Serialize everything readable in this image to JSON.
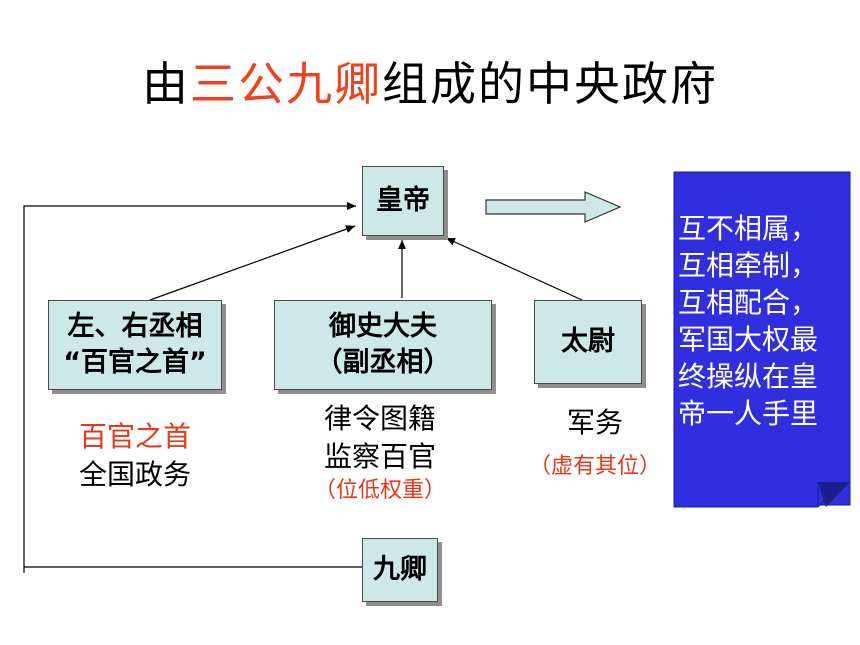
{
  "title": {
    "prefix": "由",
    "highlight": "三公九卿",
    "suffix": "组成的中央政府"
  },
  "nodes": {
    "emperor": "皇帝",
    "chancellor": [
      "左、右丞相",
      "“百官之首”"
    ],
    "censor": [
      "御史大夫",
      "（副丞相）"
    ],
    "taiwei": "太尉",
    "nine_ministers": "九卿"
  },
  "captions": {
    "chancellor": {
      "line1": "百官之首",
      "line2": "全国政务"
    },
    "censor": {
      "line1": "律令图籍",
      "line2": "监察百官",
      "note": "（位低权重）"
    },
    "taiwei": {
      "line1": "军务",
      "note": "（虚有其位）"
    }
  },
  "summary_note": [
    "互不相属，",
    "互相牵制，",
    "互相配合，",
    "军国大权最",
    "终操纵在皇",
    "帝一人手里"
  ],
  "colors": {
    "highlight": "#f0401c",
    "box_fill": "#cde8e6",
    "note_fill": "#2f2fe0"
  }
}
